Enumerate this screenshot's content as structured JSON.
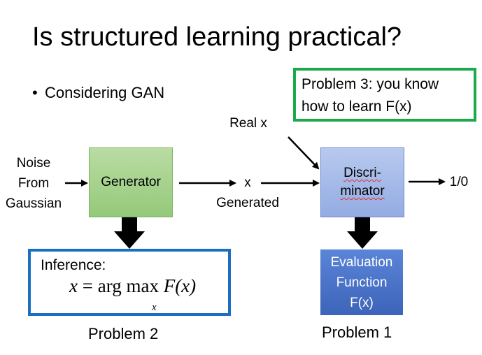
{
  "title": "Is structured learning practical?",
  "bullet": "Considering GAN",
  "noise_label": [
    "Noise",
    "From",
    "Gaussian"
  ],
  "generator_label": "Generator",
  "x_label": "x",
  "generated_label": "Generated",
  "real_x_label": "Real x",
  "discriminator_label": [
    "Discri-",
    "minator"
  ],
  "output_label": "1/0",
  "problem3": [
    "Problem 3: you know",
    "how to learn F(x)"
  ],
  "inference_label": "Inference:",
  "formula": {
    "lhs": "x",
    "eq": "=",
    "op": "arg max",
    "sub": "x",
    "rhs": "F(x)"
  },
  "evaluation": [
    "Evaluation",
    "Function",
    "F(x)"
  ],
  "problem2_label": "Problem 2",
  "problem1_label": "Problem 1",
  "colors": {
    "generator": "#a8d390",
    "discriminator": "#a6bbe9",
    "evaluation": "#4a74c9",
    "problem3_border": "#1aaa4c",
    "inference_border": "#1a6fc1"
  }
}
